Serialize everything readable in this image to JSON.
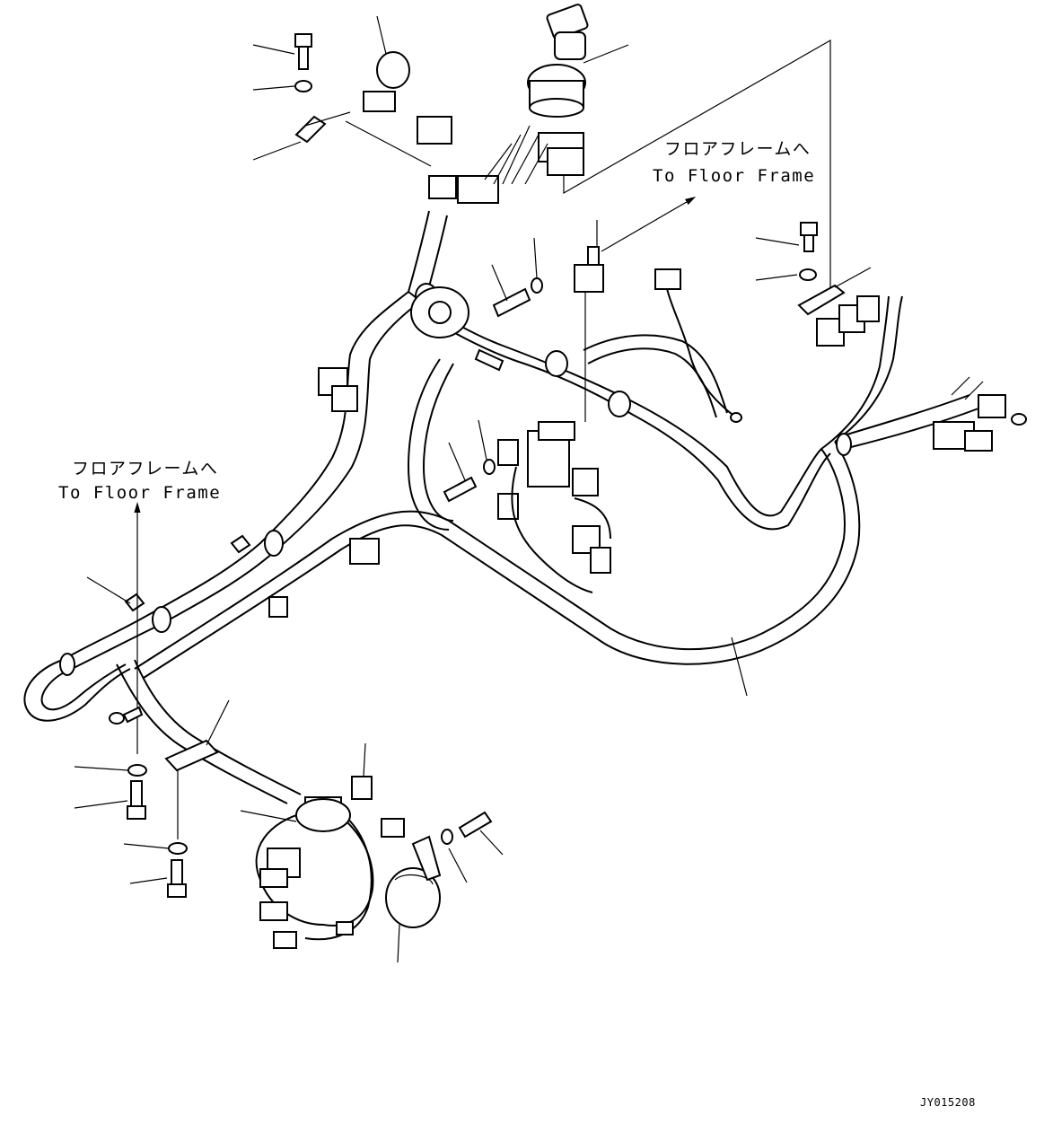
{
  "diagram": {
    "labels": {
      "floor_frame_right": {
        "jp": "フロアフレームへ",
        "en": "To Floor Frame"
      },
      "floor_frame_left": {
        "jp": "フロアフレームへ",
        "en": "To Floor Frame"
      }
    },
    "drawing_code": "JY015208"
  }
}
